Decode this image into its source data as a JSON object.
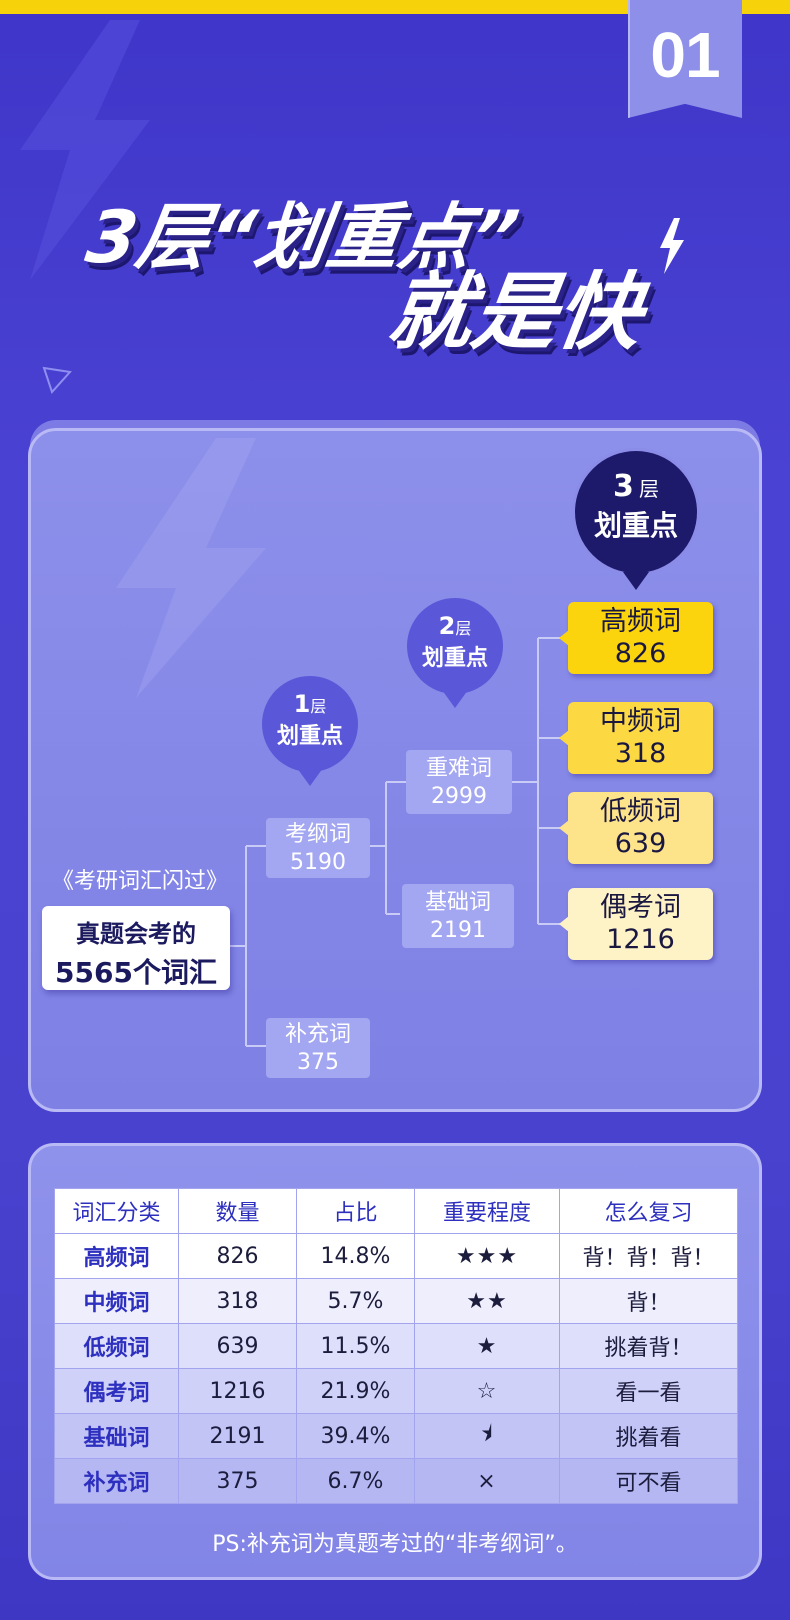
{
  "badge": "01",
  "headline": {
    "line1": "3层“划重点”",
    "line2": "就是快"
  },
  "tree": {
    "book_title": "《考研词汇闪过》",
    "root": {
      "line1": "真题会考的",
      "line2": "5565个词汇"
    },
    "layer1": {
      "num": "1",
      "unit": "层",
      "text": "划重点"
    },
    "layer2": {
      "num": "2",
      "unit": "层",
      "text": "划重点"
    },
    "layer3": {
      "num": "3",
      "unit": "层",
      "text": "划重点"
    },
    "syllabus": {
      "label": "考纲词",
      "value": "5190"
    },
    "supplement": {
      "label": "补充词",
      "value": "375"
    },
    "difficult": {
      "label": "重难词",
      "value": "2999"
    },
    "basic": {
      "label": "基础词",
      "value": "2191"
    },
    "high": {
      "label": "高频词",
      "value": "826"
    },
    "mid": {
      "label": "中频词",
      "value": "318"
    },
    "low": {
      "label": "低频词",
      "value": "639"
    },
    "occasional": {
      "label": "偶考词",
      "value": "1216"
    }
  },
  "table": {
    "headers": [
      "词汇分类",
      "数量",
      "占比",
      "重要程度",
      "怎么复习"
    ],
    "rows": [
      [
        "高频词",
        "826",
        "14.8%",
        "★★★",
        "背！背！背！"
      ],
      [
        "中频词",
        "318",
        "5.7%",
        "★★",
        "背！"
      ],
      [
        "低频词",
        "639",
        "11.5%",
        "★",
        "挑着背！"
      ],
      [
        "偶考词",
        "1216",
        "21.9%",
        "☆",
        "看一看"
      ],
      [
        "基础词",
        "2191",
        "39.4%",
        "⯨",
        "挑着看"
      ],
      [
        "补充词",
        "375",
        "6.7%",
        "×",
        "可不看"
      ]
    ]
  },
  "note": "PS:补充词为真题考过的“非考纲词”。",
  "colors": {
    "background": "#4842cf",
    "accent_yellow": "#fbd40e",
    "heading_blue": "#2d2fbf",
    "dark_bubble": "#1d1a6b"
  }
}
